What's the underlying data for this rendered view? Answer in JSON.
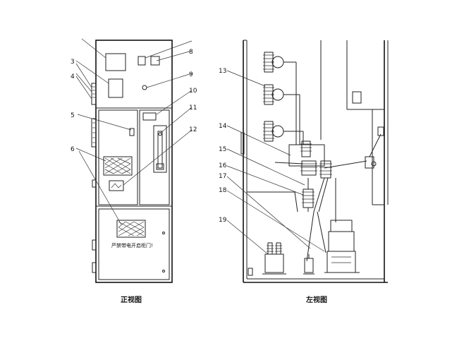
{
  "captions": {
    "front_view": "正视图",
    "left_view": "左视图"
  },
  "warning_text": "严禁带电开启柜门!",
  "callouts_front": [
    "3",
    "4",
    "5",
    "6",
    "8",
    "9",
    "10",
    "11",
    "12"
  ],
  "callouts_side": [
    "13",
    "14",
    "15",
    "16",
    "17",
    "18",
    "19"
  ]
}
